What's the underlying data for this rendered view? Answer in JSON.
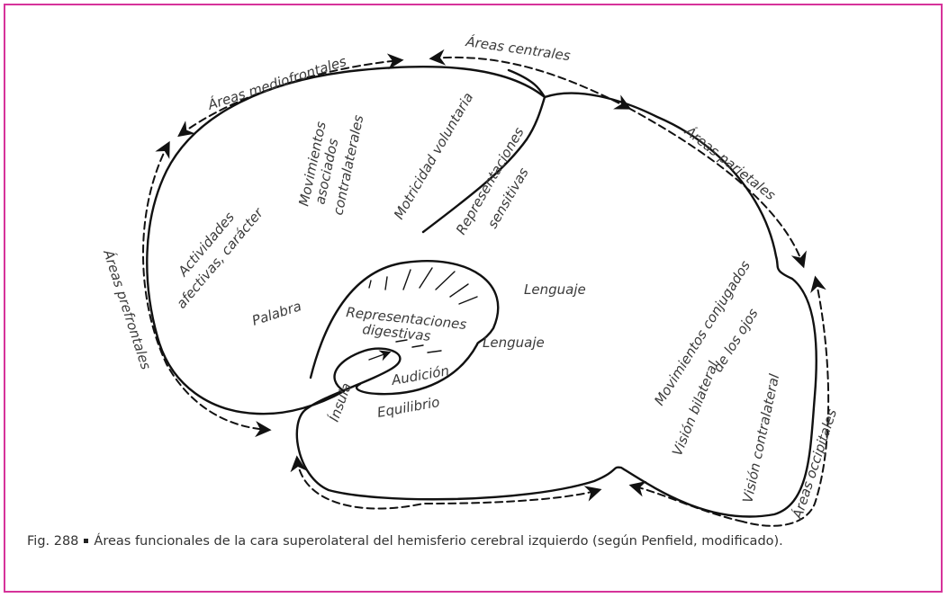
{
  "labels": {
    "areas_mediofrontales": "Áreas mediofrontales",
    "areas_centrales": "Áreas centrales",
    "areas_parietales": "Áreas parietales",
    "areas_prefrontales": "Áreas prefrontales",
    "areas_occipitales": "Áreas occipitales",
    "movimientos_line1": "Movimientos",
    "movimientos_line2": "asociados",
    "movimientos_line3": "contralaterales",
    "motricidad": "Motricidad voluntaria",
    "repr_sens_line1": "Representaciones",
    "repr_sens_line2": "sensitivas",
    "actividades_line1": "Actividades",
    "actividades_line2": "afectivas, carácter",
    "palabra": "Palabra",
    "lenguaje_upper": "Lenguaje",
    "lenguaje_lower": "Lenguaje",
    "repr_dig_line1": "Representaciones",
    "repr_dig_line2": "digestivas",
    "audicion": "Audición",
    "equilibrio": "Equilibrio",
    "insula": "Ínsula",
    "mov_conj_line1": "Movimientos conjugados",
    "mov_conj_line2": "de los ojos",
    "vision_bilateral": "Visión bilateral",
    "vision_contralateral": "Visión contralateral"
  },
  "caption": {
    "fig_number": "Fig. 288",
    "text": "Áreas funcionales de la cara superolateral del hemisferio cerebral izquierdo (según Penfield, modificado)."
  }
}
